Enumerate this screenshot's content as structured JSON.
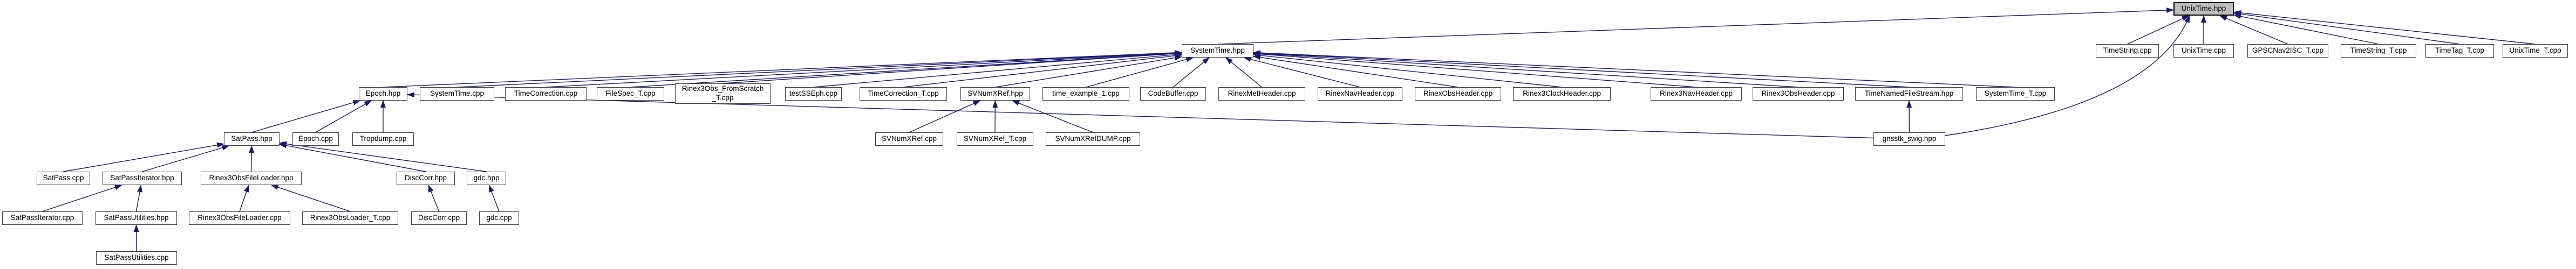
{
  "diagram": {
    "kind": "include-dependency-graph",
    "root_id": "unixtime-hpp",
    "colors": {
      "edge": "#191970",
      "node_border": "#404040",
      "node_fill": "#ffffff",
      "root_fill": "#bfbfbf",
      "text": "#000000",
      "background": "#ffffff"
    },
    "nodes": [
      {
        "id": "unixtime-hpp",
        "label": "UnixTime.hpp"
      },
      {
        "id": "systemtime-hpp",
        "label": "SystemTime.hpp"
      },
      {
        "id": "timestring-cpp",
        "label": "TimeString.cpp"
      },
      {
        "id": "unixtime-cpp",
        "label": "UnixTime.cpp"
      },
      {
        "id": "gpscnav2isc-t-cpp",
        "label": "GPSCNav2ISC_T.cpp"
      },
      {
        "id": "timestring-t-cpp",
        "label": "TimeString_T.cpp"
      },
      {
        "id": "timetag-t-cpp",
        "label": "TimeTag_T.cpp"
      },
      {
        "id": "unixtime-t-cpp",
        "label": "UnixTime_T.cpp"
      },
      {
        "id": "epoch-hpp",
        "label": "Epoch.hpp"
      },
      {
        "id": "systemtime-cpp",
        "label": "SystemTime.cpp"
      },
      {
        "id": "timecorrection-cpp",
        "label": "TimeCorrection.cpp"
      },
      {
        "id": "filespec-t-cpp",
        "label": "FileSpec_T.cpp"
      },
      {
        "id": "rinex3obs-fromscratch-t-cpp",
        "label": "Rinex3Obs_FromScratch\n_T.cpp"
      },
      {
        "id": "testsseph-cpp",
        "label": "testSSEph.cpp"
      },
      {
        "id": "timecorrection-t-cpp",
        "label": "TimeCorrection_T.cpp"
      },
      {
        "id": "svnumxref-hpp",
        "label": "SVNumXRef.hpp"
      },
      {
        "id": "time-example-1-cpp",
        "label": "time_example_1.cpp"
      },
      {
        "id": "codebuffer-cpp",
        "label": "CodeBuffer.cpp"
      },
      {
        "id": "rinexmetheader-cpp",
        "label": "RinexMetHeader.cpp"
      },
      {
        "id": "rinexnavheader-cpp",
        "label": "RinexNavHeader.cpp"
      },
      {
        "id": "rinexobsheader-cpp",
        "label": "RinexObsHeader.cpp"
      },
      {
        "id": "rinex3clockheader-cpp",
        "label": "Rinex3ClockHeader.cpp"
      },
      {
        "id": "rinex3navheader-cpp",
        "label": "Rinex3NavHeader.cpp"
      },
      {
        "id": "rinex3obsheader-cpp",
        "label": "Rinex3ObsHeader.cpp"
      },
      {
        "id": "timenamedfilestream-hpp",
        "label": "TimeNamedFileStream.hpp"
      },
      {
        "id": "systemtime-t-cpp",
        "label": "SystemTime_T.cpp"
      },
      {
        "id": "satpass-hpp",
        "label": "SatPass.hpp"
      },
      {
        "id": "epoch-cpp",
        "label": "Epoch.cpp"
      },
      {
        "id": "tropdump-cpp",
        "label": "Tropdump.cpp"
      },
      {
        "id": "svnumxref-cpp",
        "label": "SVNumXRef.cpp"
      },
      {
        "id": "svnumxref-t-cpp",
        "label": "SVNumXRef_T.cpp"
      },
      {
        "id": "svnumxrefdump-cpp",
        "label": "SVNumXRefDUMP.cpp"
      },
      {
        "id": "gnsstk-swig-hpp",
        "label": "gnsstk_swig.hpp"
      },
      {
        "id": "satpass-cpp",
        "label": "SatPass.cpp"
      },
      {
        "id": "satpassiterator-hpp",
        "label": "SatPassIterator.hpp"
      },
      {
        "id": "rinex3obsfileloader-hpp",
        "label": "Rinex3ObsFileLoader.hpp"
      },
      {
        "id": "disccorr-hpp",
        "label": "DiscCorr.hpp"
      },
      {
        "id": "gdc-hpp",
        "label": "gdc.hpp"
      },
      {
        "id": "satpassiterator-cpp",
        "label": "SatPassIterator.cpp"
      },
      {
        "id": "satpassutilities-hpp",
        "label": "SatPassUtilities.hpp"
      },
      {
        "id": "rinex3obsfileloader-cpp",
        "label": "Rinex3ObsFileLoader.cpp"
      },
      {
        "id": "rinex3obsloader-t-cpp",
        "label": "Rinex3ObsLoader_T.cpp"
      },
      {
        "id": "disccorr-cpp",
        "label": "DiscCorr.cpp"
      },
      {
        "id": "gdc-cpp",
        "label": "gdc.cpp"
      },
      {
        "id": "satpassutilities-cpp",
        "label": "SatPassUtilities.cpp"
      }
    ],
    "edges": [
      {
        "from": "systemtime-hpp",
        "to": "unixtime-hpp"
      },
      {
        "from": "timestring-cpp",
        "to": "unixtime-hpp"
      },
      {
        "from": "unixtime-cpp",
        "to": "unixtime-hpp"
      },
      {
        "from": "gpscnav2isc-t-cpp",
        "to": "unixtime-hpp"
      },
      {
        "from": "timestring-t-cpp",
        "to": "unixtime-hpp"
      },
      {
        "from": "timetag-t-cpp",
        "to": "unixtime-hpp"
      },
      {
        "from": "unixtime-t-cpp",
        "to": "unixtime-hpp"
      },
      {
        "from": "gnsstk-swig-hpp",
        "to": "unixtime-hpp"
      },
      {
        "from": "epoch-hpp",
        "to": "systemtime-hpp"
      },
      {
        "from": "systemtime-cpp",
        "to": "systemtime-hpp"
      },
      {
        "from": "timecorrection-cpp",
        "to": "systemtime-hpp"
      },
      {
        "from": "filespec-t-cpp",
        "to": "systemtime-hpp"
      },
      {
        "from": "rinex3obs-fromscratch-t-cpp",
        "to": "systemtime-hpp"
      },
      {
        "from": "testsseph-cpp",
        "to": "systemtime-hpp"
      },
      {
        "from": "timecorrection-t-cpp",
        "to": "systemtime-hpp"
      },
      {
        "from": "svnumxref-hpp",
        "to": "systemtime-hpp"
      },
      {
        "from": "time-example-1-cpp",
        "to": "systemtime-hpp"
      },
      {
        "from": "codebuffer-cpp",
        "to": "systemtime-hpp"
      },
      {
        "from": "rinexmetheader-cpp",
        "to": "systemtime-hpp"
      },
      {
        "from": "rinexnavheader-cpp",
        "to": "systemtime-hpp"
      },
      {
        "from": "rinexobsheader-cpp",
        "to": "systemtime-hpp"
      },
      {
        "from": "rinex3clockheader-cpp",
        "to": "systemtime-hpp"
      },
      {
        "from": "rinex3navheader-cpp",
        "to": "systemtime-hpp"
      },
      {
        "from": "rinex3obsheader-cpp",
        "to": "systemtime-hpp"
      },
      {
        "from": "timenamedfilestream-hpp",
        "to": "systemtime-hpp"
      },
      {
        "from": "systemtime-t-cpp",
        "to": "systemtime-hpp"
      },
      {
        "from": "satpass-hpp",
        "to": "epoch-hpp"
      },
      {
        "from": "epoch-cpp",
        "to": "epoch-hpp"
      },
      {
        "from": "tropdump-cpp",
        "to": "epoch-hpp"
      },
      {
        "from": "gnsstk-swig-hpp",
        "to": "epoch-hpp"
      },
      {
        "from": "svnumxref-cpp",
        "to": "svnumxref-hpp"
      },
      {
        "from": "svnumxref-t-cpp",
        "to": "svnumxref-hpp"
      },
      {
        "from": "svnumxrefdump-cpp",
        "to": "svnumxref-hpp"
      },
      {
        "from": "gnsstk-swig-hpp",
        "to": "timenamedfilestream-hpp"
      },
      {
        "from": "satpass-cpp",
        "to": "satpass-hpp"
      },
      {
        "from": "satpassiterator-hpp",
        "to": "satpass-hpp"
      },
      {
        "from": "rinex3obsfileloader-hpp",
        "to": "satpass-hpp"
      },
      {
        "from": "disccorr-hpp",
        "to": "satpass-hpp"
      },
      {
        "from": "gdc-hpp",
        "to": "satpass-hpp"
      },
      {
        "from": "satpassiterator-cpp",
        "to": "satpassiterator-hpp"
      },
      {
        "from": "satpassutilities-hpp",
        "to": "satpassiterator-hpp"
      },
      {
        "from": "rinex3obsfileloader-cpp",
        "to": "rinex3obsfileloader-hpp"
      },
      {
        "from": "rinex3obsloader-t-cpp",
        "to": "rinex3obsfileloader-hpp"
      },
      {
        "from": "disccorr-cpp",
        "to": "disccorr-hpp"
      },
      {
        "from": "gdc-cpp",
        "to": "gdc-hpp"
      },
      {
        "from": "satpassutilities-cpp",
        "to": "satpassutilities-hpp"
      }
    ]
  }
}
